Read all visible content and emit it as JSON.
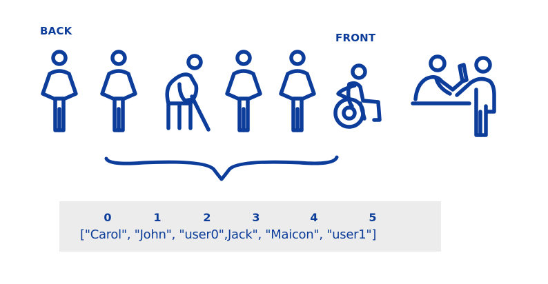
{
  "labels": {
    "back": "BACK",
    "front": "FRONT"
  },
  "queue": {
    "people": [
      {
        "icon": "standing-person-icon"
      },
      {
        "icon": "standing-person-icon"
      },
      {
        "icon": "elderly-person-with-cane-icon"
      },
      {
        "icon": "standing-person-icon"
      },
      {
        "icon": "standing-person-icon"
      },
      {
        "icon": "wheelchair-user-icon"
      }
    ],
    "service_desk_icon": "service-counter-icon",
    "grouping_icon": "curly-brace-icon"
  },
  "array": {
    "indices": [
      "0",
      "1",
      "2",
      "3",
      "4",
      "5"
    ],
    "open": "[",
    "close": "]",
    "separator": ",",
    "items": [
      "\"Carol\"",
      "\"John\"",
      "\"user0\"",
      "Jack\"",
      "\"Maicon\"",
      "\"user1\""
    ]
  },
  "colors": {
    "stroke": "#0d3d9a",
    "panel": "#ececec"
  }
}
